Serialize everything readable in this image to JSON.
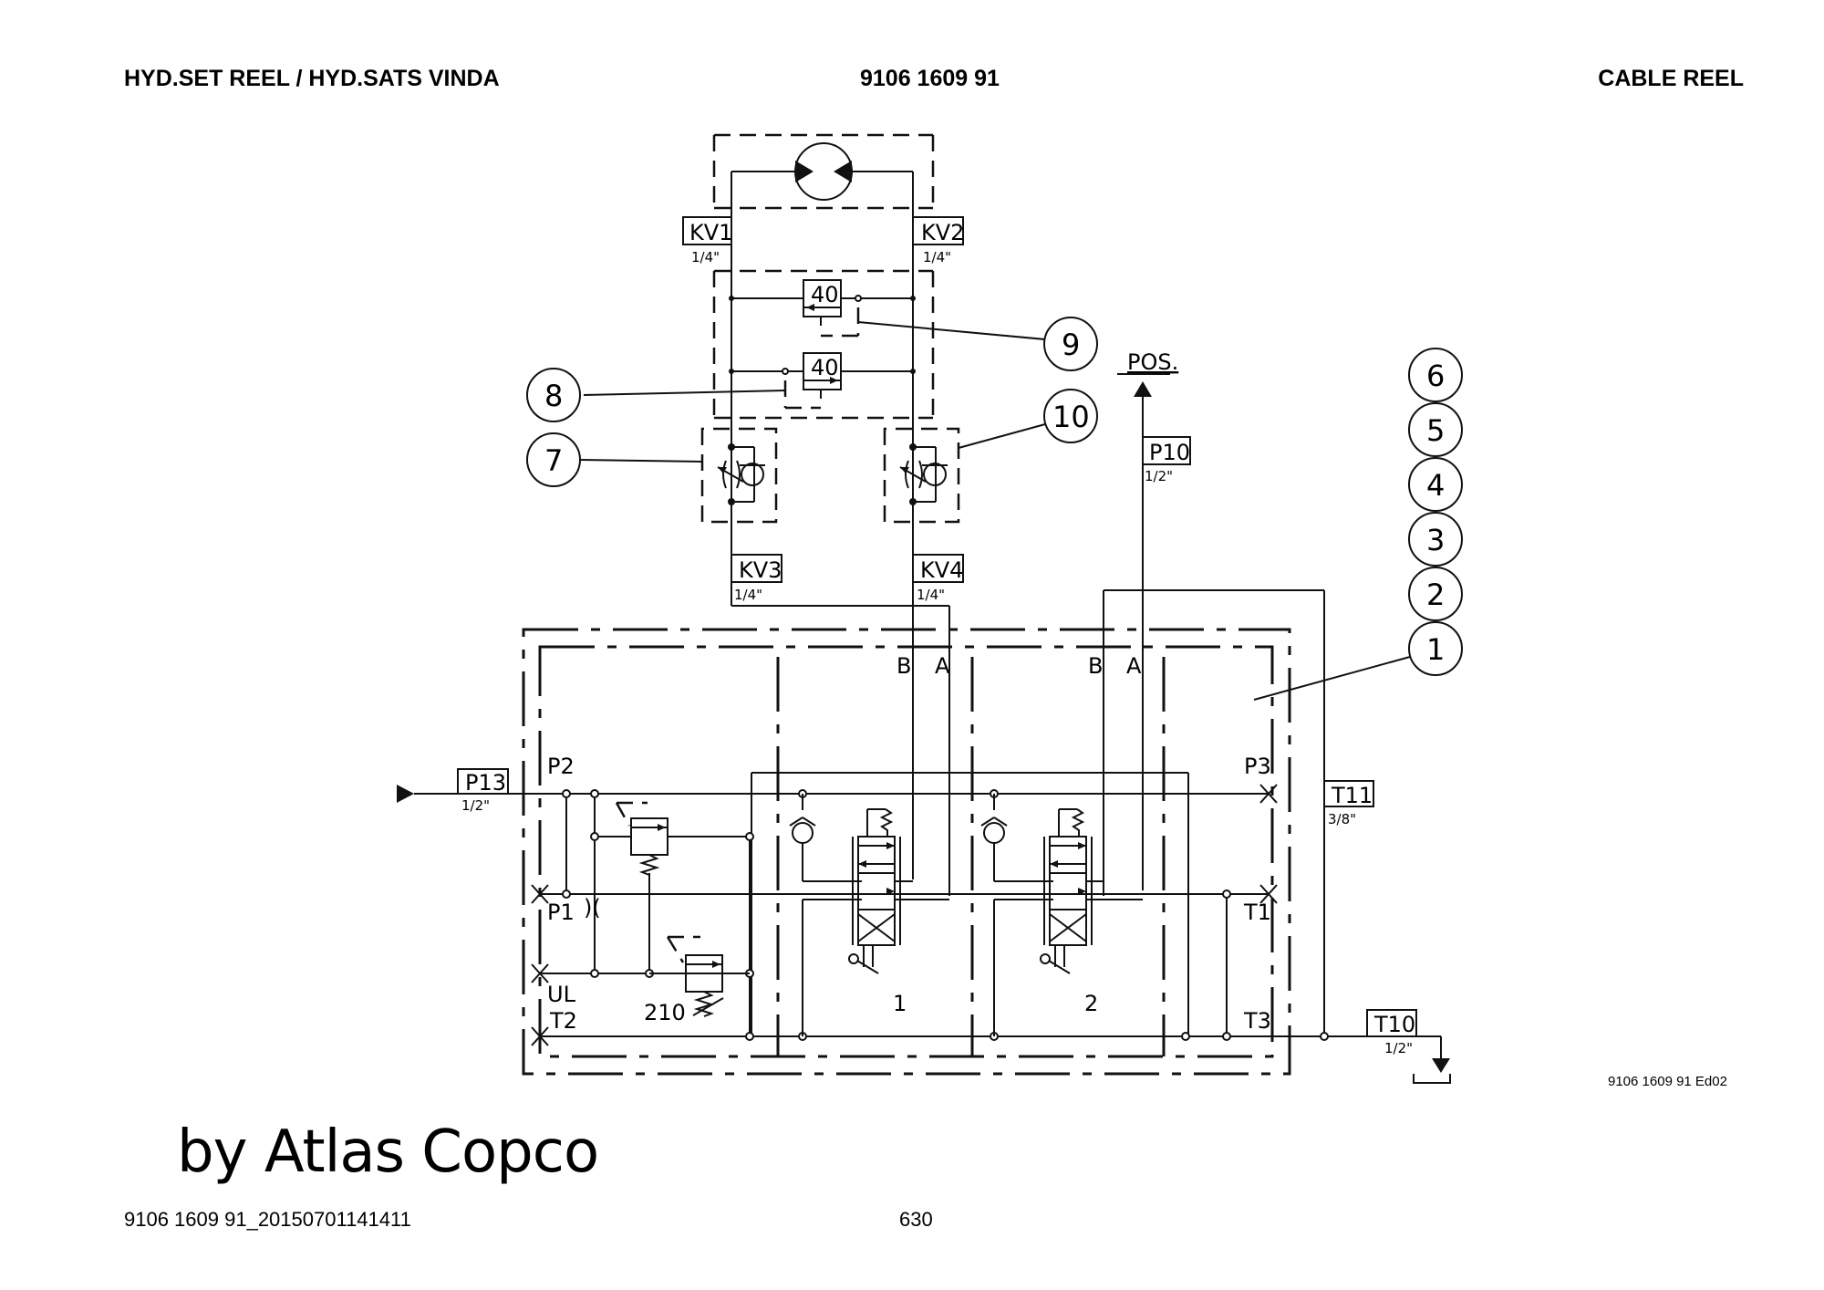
{
  "header": {
    "left_title": "HYD.SET REEL / HYD.SATS VINDA",
    "part_number": "9106 1609 91",
    "right_title": "CABLE REEL"
  },
  "diagram": {
    "ports": [
      {
        "id": "KV1",
        "size": "1/4\""
      },
      {
        "id": "KV2",
        "size": "1/4\""
      },
      {
        "id": "KV3",
        "size": "1/4\""
      },
      {
        "id": "KV4",
        "size": "1/4\""
      },
      {
        "id": "P10",
        "size": "1/2\""
      },
      {
        "id": "P13",
        "size": "1/2\""
      },
      {
        "id": "T11",
        "size": "3/8\""
      },
      {
        "id": "T10",
        "size": "1/2\""
      }
    ],
    "pos_label": "POS.",
    "valve_settings": {
      "counterbalance_upper": "40",
      "counterbalance_lower": "40",
      "relief": "210"
    },
    "block_ports": {
      "p2": "P2",
      "p1": "P1",
      "ul": "UL",
      "t2": "T2",
      "p3": "P3",
      "t1": "T1",
      "t3": "T3"
    },
    "section_ports": {
      "b1": "B",
      "a1": "A",
      "b2": "B",
      "a2": "A"
    },
    "section_numbers": {
      "s1": "1",
      "s2": "2"
    },
    "orifice_symbol": ")(",
    "callouts": [
      "1",
      "2",
      "3",
      "4",
      "5",
      "6",
      "7",
      "8",
      "9",
      "10"
    ]
  },
  "edition_note": "9106 1609 91 Ed02",
  "brand": "by Atlas Copco",
  "footer": {
    "document_id": "9106 1609 91_20150701141411",
    "page_number": "630"
  }
}
